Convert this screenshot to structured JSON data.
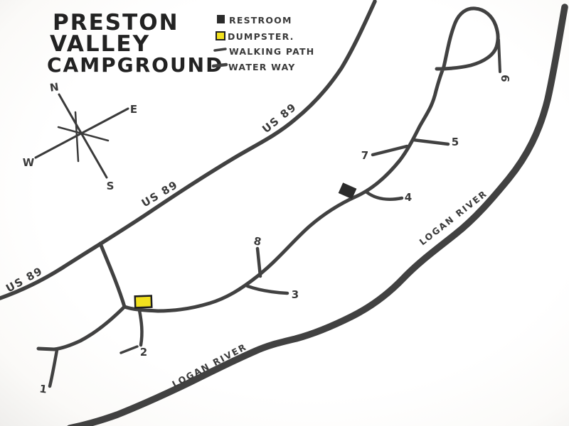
{
  "title": {
    "line1": "PRESTON",
    "line2": "VALLEY",
    "line3": "CAMPGROUND"
  },
  "legend": {
    "items": [
      {
        "label": "RESTROOM",
        "swatch": "restroom-square",
        "color": "#2b2b2b"
      },
      {
        "label": "DUMPSTER.",
        "swatch": "dumpster-square",
        "color": "#f2e11e"
      },
      {
        "label": "WALKING PATH",
        "swatch": "walking-path-line",
        "color": "#cb3a52"
      },
      {
        "label": "WATER WAY",
        "swatch": "water-way-line",
        "color": "#2b52d4"
      }
    ]
  },
  "compass": {
    "north": "N",
    "east": "E",
    "south": "S",
    "west": "W"
  },
  "roads": {
    "highway_label": "US 89"
  },
  "river": {
    "label": "LOGAN RIVER"
  },
  "sites": {
    "s1": "1",
    "s2": "2",
    "s3": "3",
    "s4": "4",
    "s5": "5",
    "s6": "6",
    "s7": "7",
    "s8": "8"
  },
  "colors": {
    "ink": "#3a3a3a",
    "road": "#414141",
    "river": "#2b52d4",
    "walking_path": "#cb3a52",
    "dumpster_fill": "#f2e11e",
    "restroom_fill": "#2b2b2b"
  }
}
